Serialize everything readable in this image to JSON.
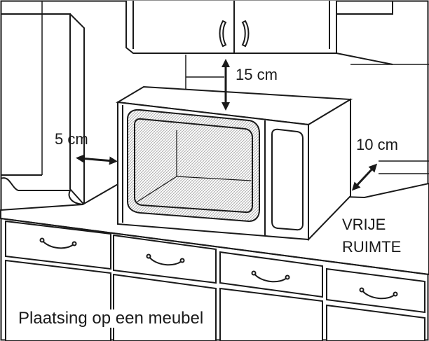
{
  "labels": {
    "top_clearance": "15 cm",
    "side_clearance": "5 cm",
    "rear_clearance": "10 cm",
    "free_space_line1": "VRIJE",
    "free_space_line2": "RUIMTE"
  },
  "caption": "Plaatsing op een meubel",
  "colors": {
    "line": "#1a1a1a",
    "background": "#ffffff",
    "mesh": "#8a8a8a"
  }
}
